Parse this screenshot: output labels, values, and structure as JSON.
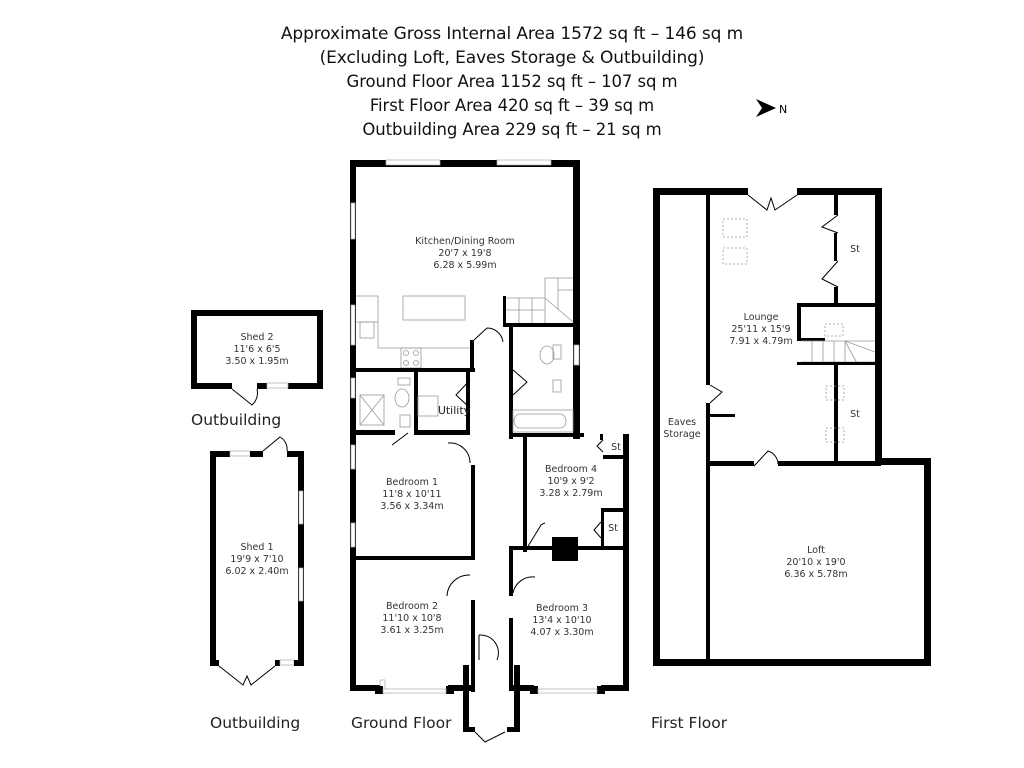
{
  "header": {
    "lines": [
      "Approximate Gross Internal Area 1572 sq ft – 146 sq m",
      "(Excluding Loft, Eaves Storage & Outbuilding)",
      "Ground Floor Area 1152 sq ft – 107 sq m",
      "First Floor Area 420 sq ft – 39 sq m",
      "Outbuilding Area 229 sq ft – 21 sq m"
    ]
  },
  "compass": {
    "icon": "north-arrow-icon",
    "label": "N"
  },
  "floors": {
    "ground": {
      "label": "Ground Floor",
      "rooms": {
        "kitchen": {
          "name": "Kitchen/Dining Room",
          "imperial": "20'7 x 19'8",
          "metric": "6.28 x 5.99m"
        },
        "utility": {
          "name": "Utility"
        },
        "bedroom1": {
          "name": "Bedroom 1",
          "imperial": "11'8 x 10'11",
          "metric": "3.56 x 3.34m"
        },
        "bedroom2": {
          "name": "Bedroom 2",
          "imperial": "11'10 x 10'8",
          "metric": "3.61 x 3.25m"
        },
        "bedroom3": {
          "name": "Bedroom 3",
          "imperial": "13'4 x 10'10",
          "metric": "4.07 x 3.30m"
        },
        "bedroom4": {
          "name": "Bedroom 4",
          "imperial": "10'9 x 9'2",
          "metric": "3.28 x 2.79m"
        },
        "store_a": {
          "name": "St"
        },
        "store_b": {
          "name": "St"
        }
      }
    },
    "first": {
      "label": "First Floor",
      "rooms": {
        "lounge": {
          "name": "Lounge",
          "imperial": "25'11 x 15'9",
          "metric": "7.91 x 4.79m"
        },
        "eaves": {
          "name1": "Eaves",
          "name2": "Storage"
        },
        "store_a": {
          "name": "St"
        },
        "store_b": {
          "name": "St"
        },
        "loft": {
          "name": "Loft",
          "imperial": "20'10 x 19'0",
          "metric": "6.36 x 5.78m"
        }
      }
    },
    "outbuilding": {
      "label_top": "Outbuilding",
      "label_bottom": "Outbuilding",
      "rooms": {
        "shed2": {
          "name": "Shed 2",
          "imperial": "11'6 x 6'5",
          "metric": "3.50 x 1.95m"
        },
        "shed1": {
          "name": "Shed 1",
          "imperial": "19'9 x 7'10",
          "metric": "6.02 x 2.40m"
        }
      }
    }
  }
}
